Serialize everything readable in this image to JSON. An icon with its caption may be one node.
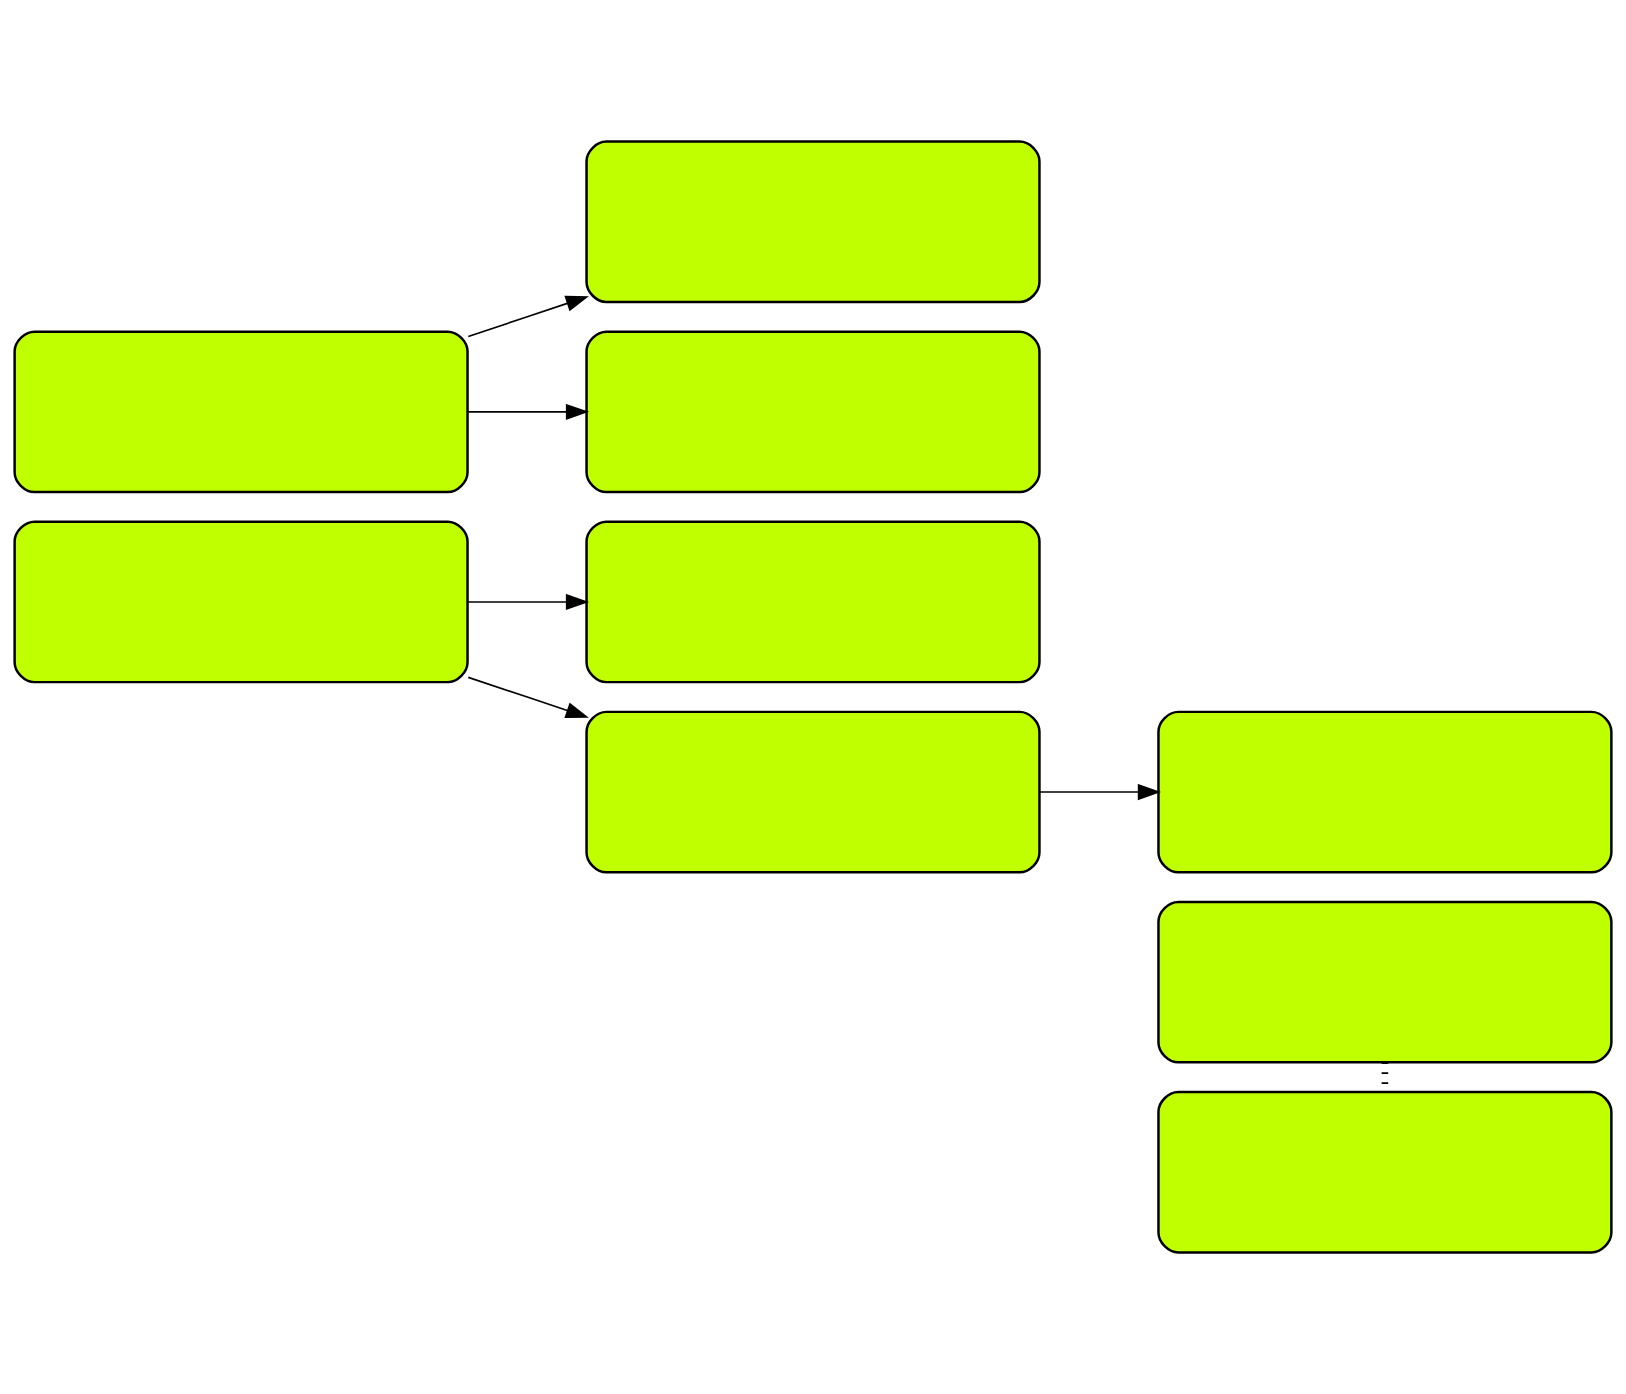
{
  "diagram": {
    "nodes": [
      {
        "text": [],
        "shape": "box"
      },
      {
        "text": [],
        "shape": "box"
      },
      {
        "text": [],
        "shape": "box"
      },
      {
        "text": [],
        "shape": "box"
      },
      {
        "text": [],
        "shape": "box"
      },
      {
        "text": [],
        "shape": "box"
      },
      {
        "text": [],
        "shape": "box"
      },
      {
        "text": [],
        "shape": "box"
      },
      {
        "text": [],
        "shape": "box"
      }
    ],
    "edges": [
      {
        "from": 0,
        "to": 1,
        "arrow": "to"
      },
      {
        "from": 0,
        "to": 2,
        "arrow": "to"
      },
      {
        "from": 3,
        "to": 4,
        "arrow": "to"
      },
      {
        "from": 3,
        "to": 5,
        "arrow": "to"
      },
      {
        "from": 5,
        "to": 6,
        "arrow": "to"
      },
      {
        "from": 7,
        "to": 8,
        "arrow": "none",
        "style": "dashed"
      }
    ]
  }
}
